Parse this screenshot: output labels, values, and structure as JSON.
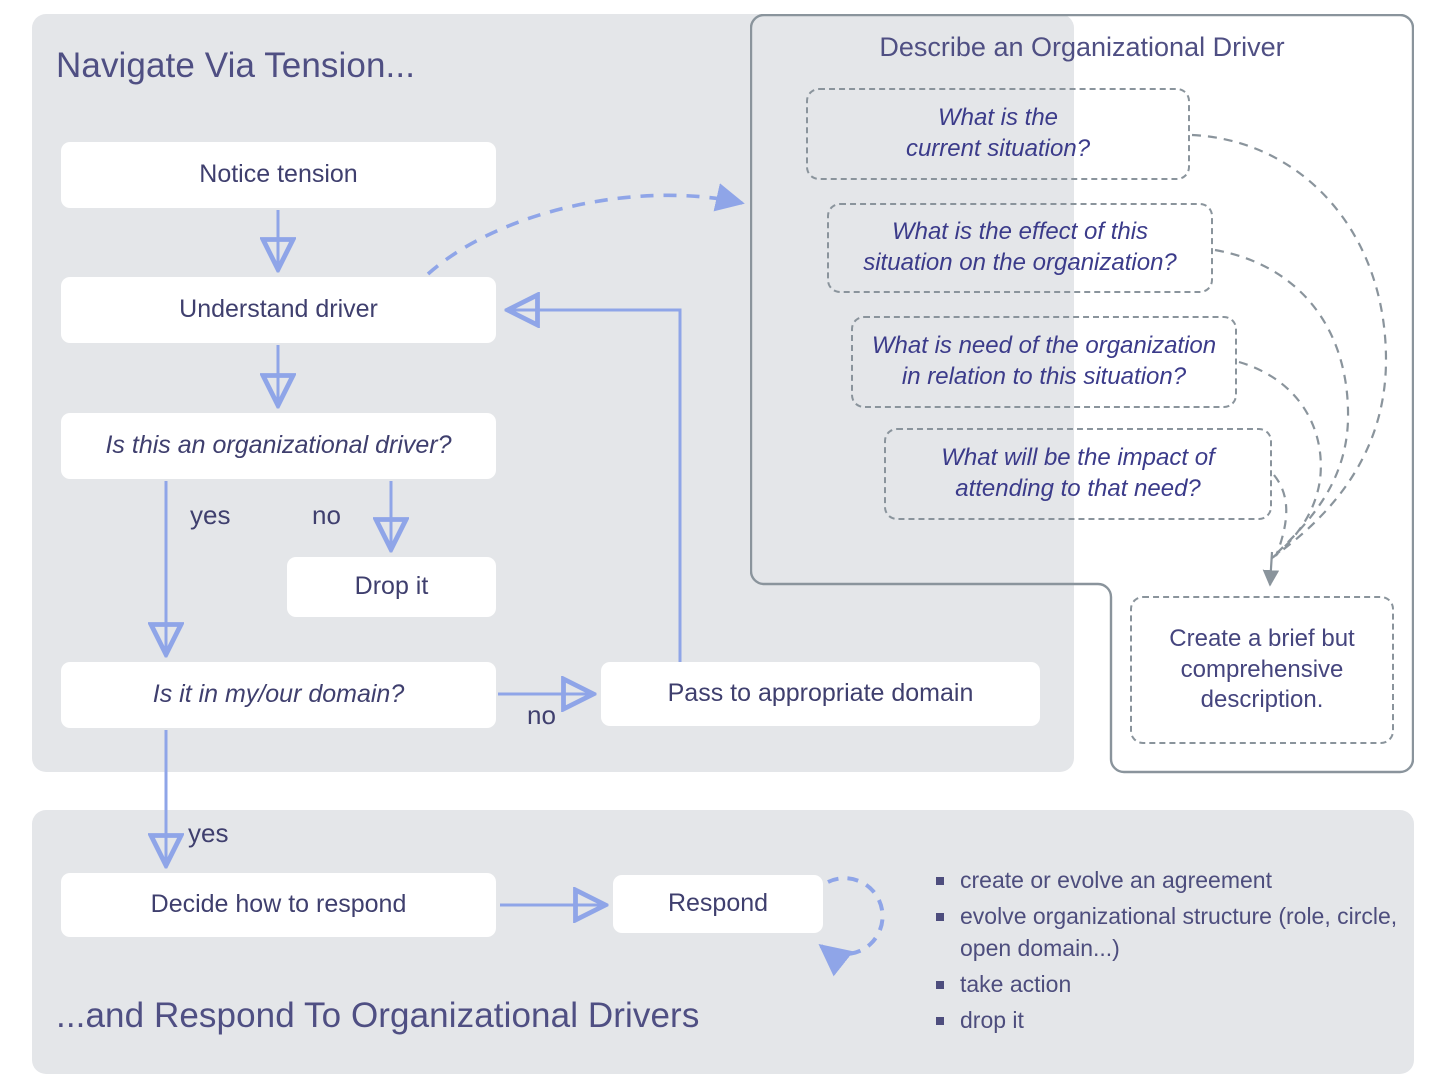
{
  "colors": {
    "panel_bg": "#e4e6e9",
    "node_bg": "#ffffff",
    "title_text": "#4f4f83",
    "node_text": "#3f3f6e",
    "arrow_blue": "#8fa5e8",
    "dashed_gray": "#8a949c",
    "question_text": "#3b3b8a"
  },
  "left_panel": {
    "title": "Navigate Via Tension...",
    "nodes": {
      "notice": "Notice tension",
      "understand": "Understand driver",
      "is_org_driver": "Is this an organizational driver?",
      "drop_it": "Drop it",
      "is_in_domain": "Is it in my/our domain?",
      "pass_to_domain": "Pass to appropriate domain"
    },
    "edge_labels": {
      "yes_org": "yes",
      "no_org": "no",
      "no_domain": "no"
    }
  },
  "bottom_panel": {
    "title": "...and Respond To Organizational Drivers",
    "nodes": {
      "decide": "Decide how to respond",
      "respond": "Respond"
    },
    "edge_labels": {
      "yes_domain": "yes"
    },
    "options": [
      "create or evolve an agreement",
      "evolve organizational structure (role, circle, open domain...)",
      "take action",
      "drop it"
    ]
  },
  "right_panel": {
    "title": "Describe an Organizational Driver",
    "questions": [
      "What is the\ncurrent situation?",
      "What is the effect of this\nsituation on the organization?",
      "What is need of the organization\nin relation to this situation?",
      "What will be the impact of\nattending to that need?"
    ],
    "outcome": "Create a brief but\ncomprehensive\ndescription."
  }
}
